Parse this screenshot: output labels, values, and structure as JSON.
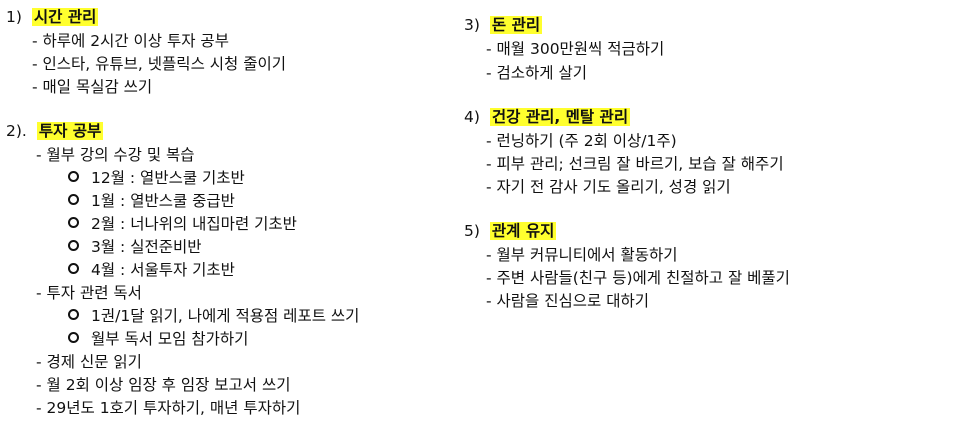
{
  "left": {
    "s1": {
      "num": "1)",
      "title": "시간 관리",
      "items": [
        "- 하루에 2시간 이상 투자 공부",
        "- 인스타, 유튜브, 넷플릭스 시청 줄이기",
        "- 매일 목실감 쓰기"
      ]
    },
    "s2": {
      "num": "2).",
      "title": "투자 공부",
      "lectures_label": "- 월부 강의 수강 및 복습",
      "lectures": [
        "12월 : 열반스쿨 기초반",
        "1월 : 열반스쿨 중급반",
        "2월 : 너나위의 내집마련 기초반",
        "3월 : 실전준비반",
        "4월 : 서울투자 기초반"
      ],
      "books_label": "- 투자 관련 독서",
      "books": [
        "1권/1달 읽기, 나에게 적용점 레포트 쓰기",
        "월부 독서 모임 참가하기"
      ],
      "others": [
        "- 경제 신문 읽기",
        "- 월 2회 이상 임장 후 임장 보고서 쓰기",
        "- 29년도 1호기 투자하기, 매년 투자하기"
      ]
    }
  },
  "right": {
    "s3": {
      "num": "3)",
      "title": "돈 관리",
      "items": [
        "- 매월 300만원씩 적금하기",
        "- 검소하게 살기"
      ]
    },
    "s4": {
      "num": "4)",
      "title": "건강 관리, 멘탈 관리",
      "items": [
        "- 런닝하기 (주 2회 이상/1주)",
        "- 피부 관리; 선크림 잘 바르기, 보습 잘 해주기",
        "- 자기 전 감사 기도 올리기, 성경 읽기"
      ]
    },
    "s5": {
      "num": "5)",
      "title": "관계 유지",
      "items": [
        "- 월부 커뮤니티에서 활동하기",
        "- 주변 사람들(친구 등)에게 친절하고 잘 베풀기",
        "- 사람을 진심으로 대하기"
      ]
    }
  }
}
